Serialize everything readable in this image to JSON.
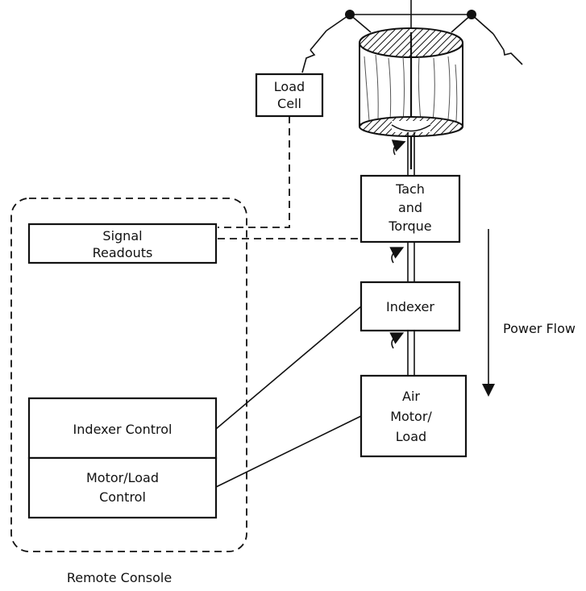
{
  "labels": {
    "load_cell": [
      "Load",
      "Cell"
    ],
    "tach": [
      "Tach",
      "and",
      "Torque"
    ],
    "indexer": "Indexer",
    "air_motor": [
      "Air",
      "Motor/",
      "Load"
    ],
    "signal_readouts": [
      "Signal",
      "Readouts"
    ],
    "indexer_control": "Indexer Control",
    "motor_load_control": [
      "Motor/Load",
      "Control"
    ],
    "remote_console": "Remote Console",
    "power_flow": "Power Flow"
  },
  "colors": {
    "ink": "#111111",
    "background": "#ffffff"
  }
}
